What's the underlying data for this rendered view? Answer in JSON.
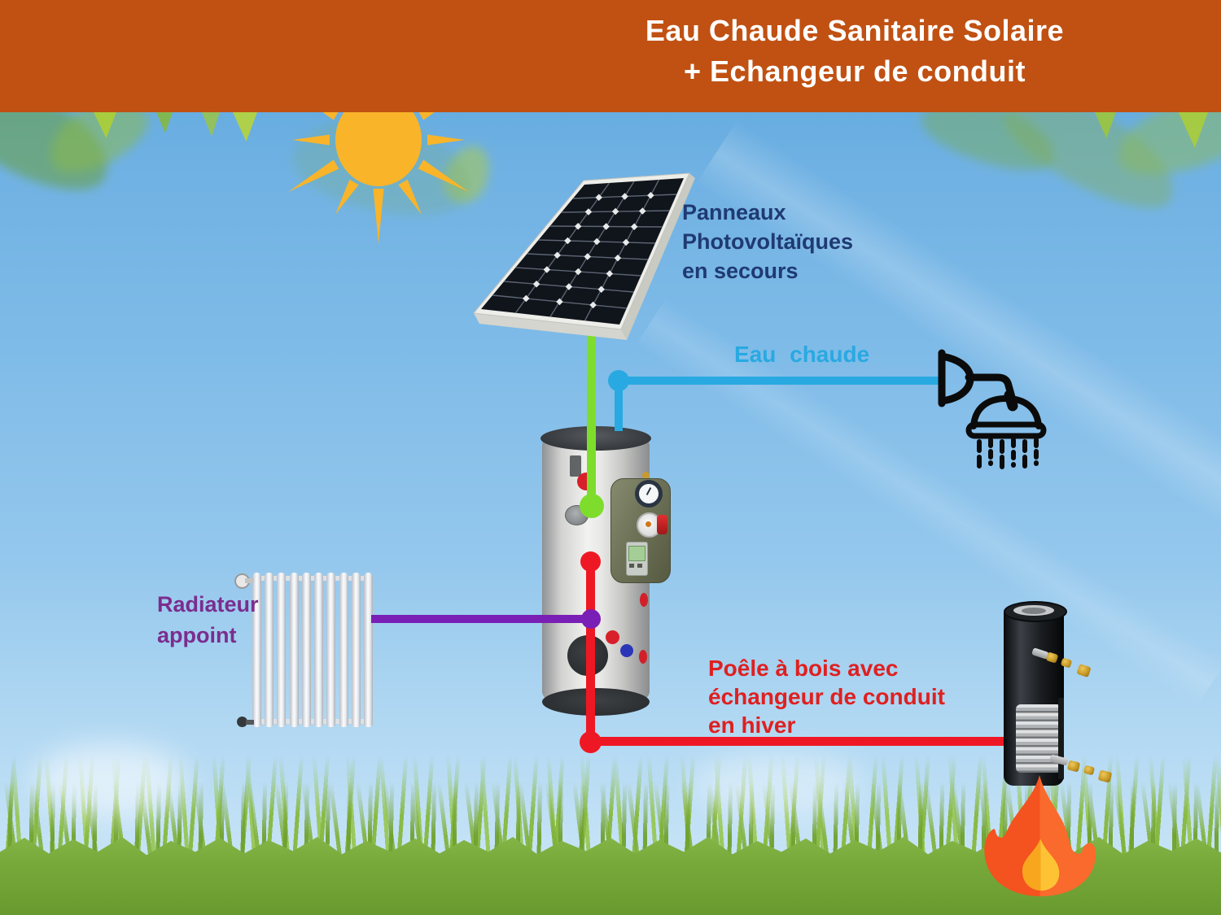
{
  "banner": {
    "title_line1": "Eau Chaude Sanitaire Solaire",
    "title_line2": "+ Echangeur de conduit"
  },
  "labels": {
    "panels": {
      "line1": "Panneaux",
      "line2": "Photovoltaïques",
      "line3": "en secours"
    },
    "hot_water": {
      "text": "Eau chaude"
    },
    "radiator": {
      "line1": "Radiateur",
      "line2": "appoint"
    },
    "stove": {
      "line1": "Poêle à bois avec",
      "line2": "échangeur de conduit",
      "line3": "en hiver"
    }
  },
  "icons": {
    "sun": "sun-icon",
    "solar_panel": "solar-panel",
    "shower": "shower-icon",
    "water_heater": "water-heater-tank",
    "radiator": "radiator",
    "flue_exchanger": "flue-heat-exchanger",
    "flame": "flame-icon"
  },
  "colors": {
    "banner_bg": "#C05113",
    "banner_text": "#FFFFFF",
    "label_panels": "#1F3A72",
    "label_hot_water": "#29A9E1",
    "label_radiator": "#7B2D8E",
    "label_stove": "#DF2020",
    "pipe_solar_green": "#7EDD2C",
    "pipe_hot_water_cyan": "#29A9E1",
    "pipe_radiator_purple": "#7A1FB5",
    "pipe_stove_red": "#EE1824",
    "sun_yellow": "#F9B42A",
    "grass_green": "#76A83A",
    "sky_blue": "#7FBBE8"
  }
}
